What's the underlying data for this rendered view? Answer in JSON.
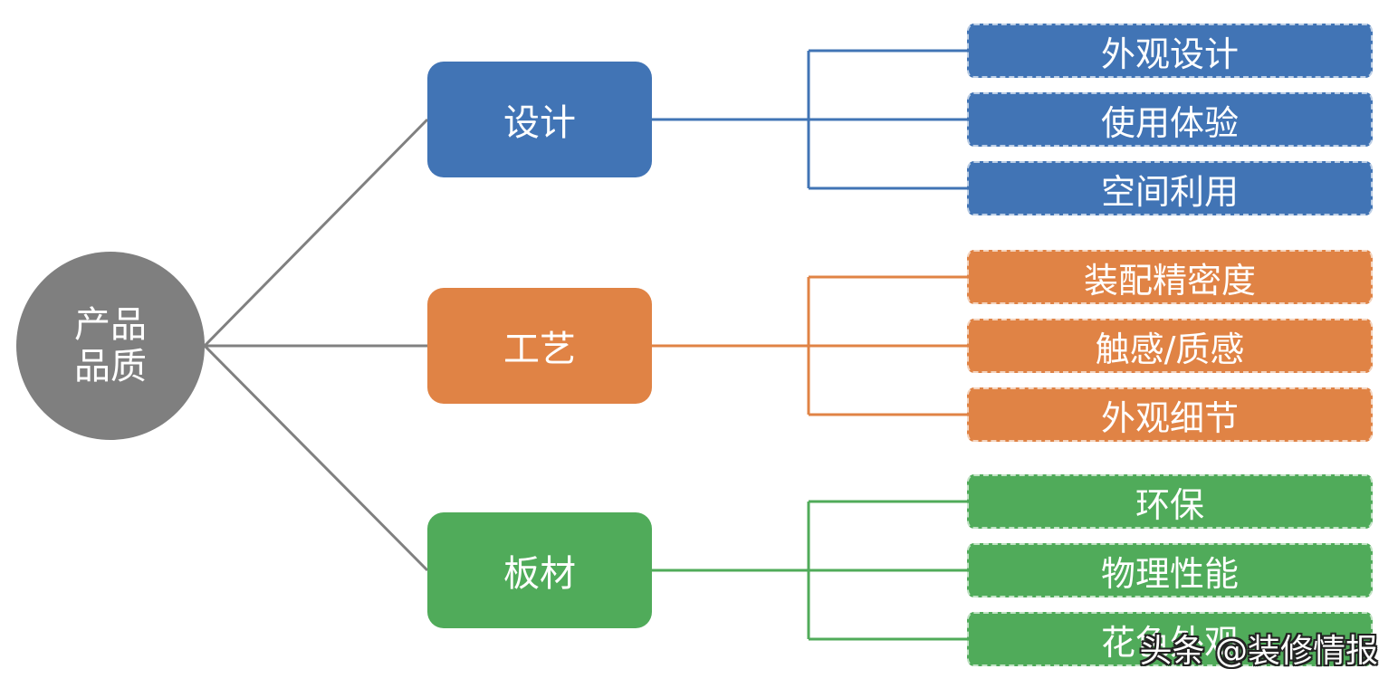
{
  "root": {
    "line1": "产品",
    "line2": "品质",
    "color": "#7f7f7f"
  },
  "connector_color": "#808080",
  "branches": [
    {
      "label": "设计",
      "color": "#4174b5",
      "leaves": [
        "外观设计",
        "使用体验",
        "空间利用"
      ]
    },
    {
      "label": "工艺",
      "color": "#e08345",
      "leaves": [
        "装配精密度",
        "触感/质感",
        "外观细节"
      ]
    },
    {
      "label": "板材",
      "color": "#50ab5a",
      "leaves": [
        "环保",
        "物理性能",
        "花色外观"
      ]
    }
  ],
  "watermark": "头条 @装修情报"
}
